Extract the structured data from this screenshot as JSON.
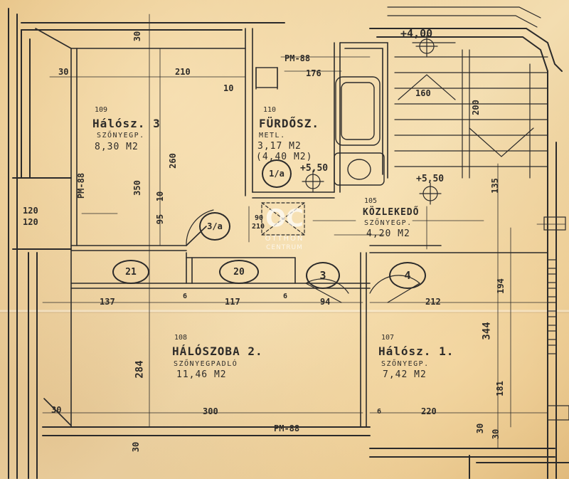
{
  "rooms": {
    "r109_a": {
      "number": "109",
      "name": "Hálósz. 3",
      "finish": "SZŐNYEGP.",
      "area": "8,30 M2"
    },
    "r110": {
      "number": "110",
      "name": "FÜRDŐSZ.",
      "finish": "METL.",
      "area": "3,17 M2",
      "area_alt": "(4,40 M2)"
    },
    "r105": {
      "number": "105",
      "name": "KÖZLEKEDŐ",
      "finish": "SZŐNYEGP.",
      "area": "4,20 M2"
    },
    "r108": {
      "number": "108",
      "name": "HÁLÓSZOBA 2.",
      "finish": "SZŐNYEGPADLÓ",
      "area": "11,46 M2"
    },
    "r107": {
      "number": "107",
      "name": "Hálósz. 1.",
      "finish": "SZŐNYEGP.",
      "area": "7,42 M2"
    }
  },
  "tags": {
    "t21": "21",
    "t20": "20",
    "t3": "3",
    "t4": "4",
    "t1a": "1/a",
    "t3a": "3/a"
  },
  "levels": {
    "l400": "+4,00",
    "l550a": "+5,50",
    "l550b": "+5,50"
  },
  "dims": {
    "d210": "210",
    "d176": "176",
    "d160": "160",
    "d200": "200",
    "d30a": "30",
    "d30b": "30",
    "d30c": "30",
    "d30d": "30",
    "d30e": "30",
    "d10": "10",
    "d350": "350",
    "d260": "260",
    "d95": "95",
    "d10b": "10",
    "d120a": "120",
    "d120b": "120",
    "d135": "135",
    "d137": "137",
    "d6a": "6",
    "d117": "117",
    "d6b": "6",
    "d94": "94",
    "d212": "212",
    "d194": "194",
    "d344": "344",
    "d284": "284",
    "d300": "300",
    "d6c": "6",
    "d220": "220",
    "d181": "181",
    "d30f": "30",
    "d90": "90",
    "d210b": "210"
  },
  "pm_labels": {
    "pm_top": "PM-88",
    "pm_left": "PM-88",
    "pm_bottom": "PM-88"
  },
  "watermark": {
    "logo": "OC",
    "line1": "OTTHON",
    "line2": "CENTRUM"
  }
}
